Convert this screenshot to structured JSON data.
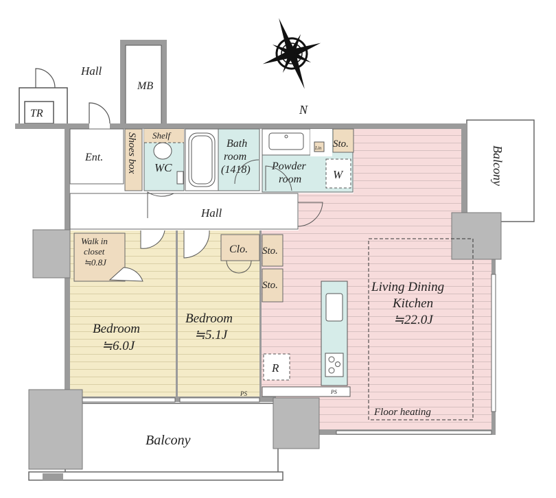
{
  "compass": {
    "north_label": "N"
  },
  "rooms": {
    "hall_outside": "Hall",
    "tr": "TR",
    "mb": "MB",
    "entrance": "Ent.",
    "shoes_box": "Shoes box",
    "shelf": "Shelf",
    "wc": "WC",
    "bath_line1": "Bath",
    "bath_line2": "room",
    "bath_line3": "(1418)",
    "lin": "Lin",
    "powder_line1": "Powder",
    "powder_line2": "room",
    "washer": "W",
    "storage_top": "Sto.",
    "hall": "Hall",
    "walk_in_line1": "Walk in",
    "walk_in_line2": "closet",
    "walk_in_size": "≒0.8J",
    "closet": "Clo.",
    "storage_1": "Sto.",
    "storage_2": "Sto.",
    "bedroom1_name": "Bedroom",
    "bedroom1_size": "≒6.0J",
    "bedroom2_name": "Bedroom",
    "bedroom2_size": "≒5.1J",
    "ldk_line1": "Living Dining",
    "ldk_line2": "Kitchen",
    "ldk_size": "≒22.0J",
    "refrigerator": "R",
    "ps1": "PS",
    "ps2": "PS",
    "floor_heating": "Floor heating",
    "balcony_bottom": "Balcony",
    "balcony_right": "Balcony"
  },
  "colors": {
    "wall": "#9b9b9b",
    "column": "#b9b9b9",
    "ldk": "#f7dcdc",
    "bedroom": "#f4ebc8",
    "wet": "#d6ece9",
    "storage": "#efdcc0"
  }
}
